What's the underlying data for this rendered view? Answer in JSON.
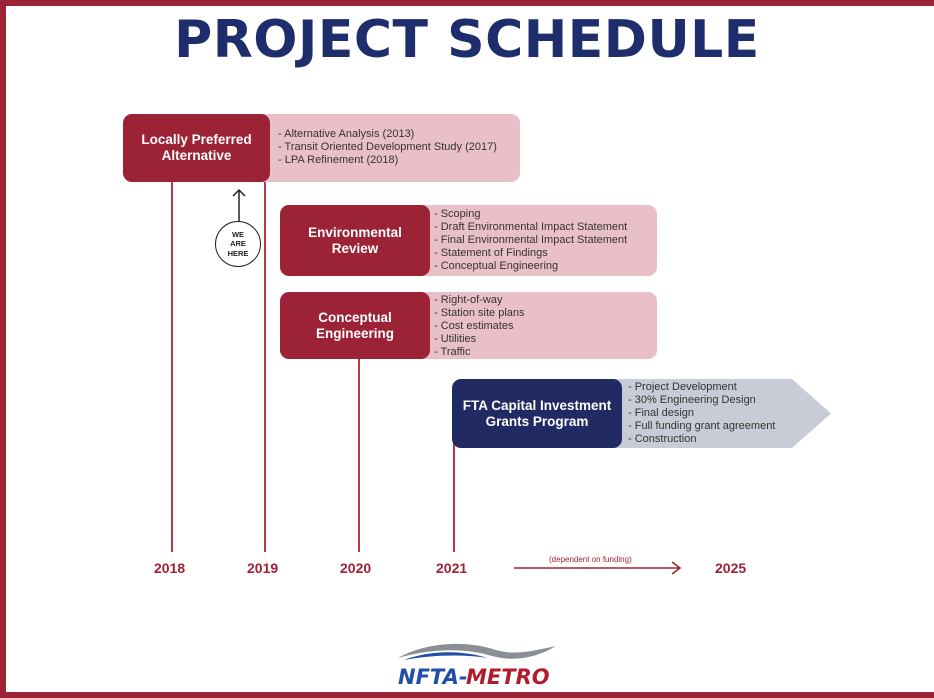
{
  "title": "PROJECT SCHEDULE",
  "phases": [
    {
      "label_line1": "Locally Preferred",
      "label_line2": "Alternative",
      "items": [
        "- Alternative Analysis (2013)",
        "- Transit Oriented Development Study (2017)",
        "- LPA Refinement (2018)"
      ]
    },
    {
      "label_line1": "Environmental",
      "label_line2": "Review",
      "items": [
        "- Scoping",
        "- Draft Environmental Impact Statement",
        "- Final Environmental Impact Statement",
        "- Statement of Findings",
        "- Conceptual Engineering"
      ]
    },
    {
      "label_line1": "Conceptual",
      "label_line2": "Engineering",
      "items": [
        "- Right-of-way",
        "- Station site plans",
        "- Cost estimates",
        "- Utilities",
        "- Traffic"
      ]
    },
    {
      "label_line1": "FTA Capital Investment",
      "label_line2": "Grants Program",
      "items": [
        "- Project Development",
        "- 30% Engineering Design",
        "- Final design",
        "- Full funding grant agreement",
        "- Construction"
      ]
    }
  ],
  "marker": {
    "line1": "WE",
    "line2": "ARE",
    "line3": "HERE"
  },
  "timeline": {
    "years": [
      "2018",
      "2019",
      "2020",
      "2021",
      "2025"
    ],
    "note": "(dependent on funding)"
  },
  "logo": {
    "text": "NFTA-METRO"
  },
  "colors": {
    "maroon": "#9b2335",
    "navy": "#212a63",
    "pink": "#e9c0c7",
    "gray_arrow": "#c9cbd6"
  }
}
